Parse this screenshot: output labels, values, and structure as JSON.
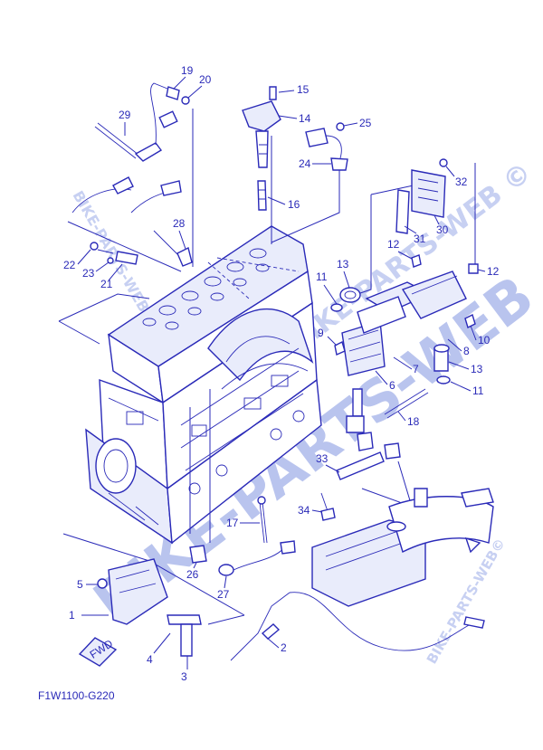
{
  "diagram": {
    "code": "F1W1100-G220",
    "fwd_label": "FWD",
    "watermarks": [
      "BIKE-PARTS-WEB",
      "BIKE-PARTS-WEB",
      "BIKE-PARTS-WEB ©",
      "BIKE-PARTS-WEB©"
    ],
    "callouts": [
      "1",
      "2",
      "3",
      "4",
      "5",
      "6",
      "7",
      "8",
      "9",
      "10",
      "11",
      "11",
      "12",
      "12",
      "13",
      "13",
      "14",
      "15",
      "16",
      "17",
      "18",
      "19",
      "20",
      "21",
      "22",
      "23",
      "24",
      "25",
      "26",
      "27",
      "28",
      "29",
      "30",
      "31",
      "32",
      "33",
      "34"
    ]
  }
}
